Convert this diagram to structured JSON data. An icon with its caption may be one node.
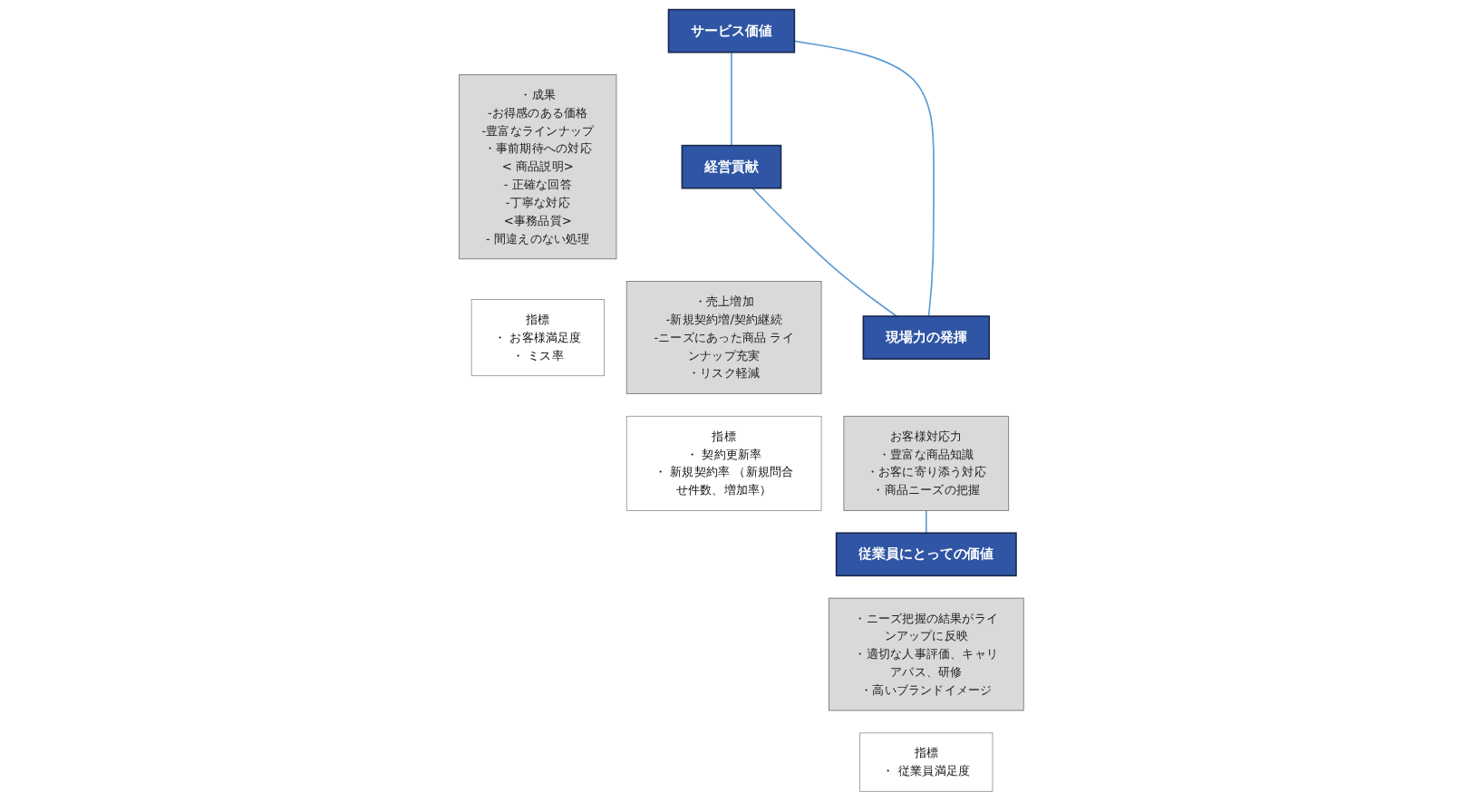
{
  "diagram": {
    "nodes": [
      {
        "text": [
          "サービス価値"
        ]
      },
      {
        "text": [
          "・成果",
          "-お得感のある価格",
          "-豊富なラインナップ",
          "・事前期待への対応",
          "< 商品説明>",
          "- 正確な回答",
          "-丁寧な対応",
          "<事務品質>",
          "- 間違えのない処理"
        ]
      },
      {
        "text": [
          "指標",
          "・ お客様満足度",
          "・ ミス率"
        ]
      },
      {
        "text": [
          "経営貢献"
        ]
      },
      {
        "text": [
          "・売上増加",
          "-新規契約増/契約継続",
          "-ニーズにあった商品 ラインナップ充実",
          "・リスク軽減"
        ]
      },
      {
        "text": [
          "指標",
          "・ 契約更新率",
          "・ 新規契約率 （新規問合せ件数、増加率）"
        ]
      },
      {
        "text": [
          "現場力の発揮"
        ]
      },
      {
        "text": [
          "お客様対応力",
          "・豊富な商品知識",
          "・お客に寄り添う対応",
          "・商品ニーズの把握"
        ]
      },
      {
        "text": [
          "従業員にとっての価値"
        ]
      },
      {
        "text": [
          "・ニーズ把握の結果がラインアップに反映",
          "・適切な人事評価、キャリアパス、研修",
          "・高いブランドイメージ"
        ]
      },
      {
        "text": [
          "指標",
          "・ 従業員満足度"
        ]
      }
    ],
    "edges": [
      {
        "from": 0,
        "to": 3,
        "arrow": "none"
      },
      {
        "from": 0,
        "to": 6,
        "arrow": "none"
      },
      {
        "from": 3,
        "to": 6,
        "arrow": "none"
      },
      {
        "from": 7,
        "to": 8,
        "arrow": "none"
      }
    ]
  }
}
